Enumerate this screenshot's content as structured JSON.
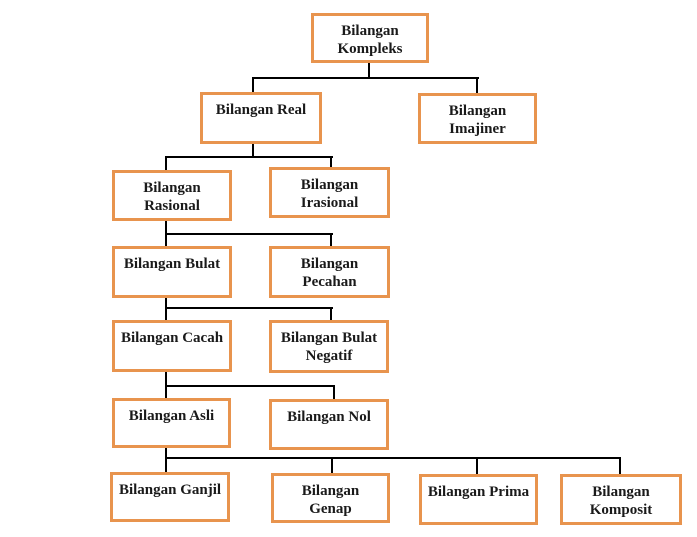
{
  "diagram": {
    "type": "tree",
    "description": "Hierarchy of number types (Indonesian)",
    "colors": {
      "box_border": "#E8944E",
      "box_fill": "#FFFFFF",
      "line": "#000000",
      "text": "#1A1A1A",
      "background": "#FFFFFF"
    },
    "nodes": [
      {
        "id": "kompleks",
        "label": "Bilangan\nKompleks"
      },
      {
        "id": "real",
        "label": "Bilangan Real"
      },
      {
        "id": "imajiner",
        "label": "Bilangan\nImajiner"
      },
      {
        "id": "rasional",
        "label": "Bilangan\nRasional"
      },
      {
        "id": "irasional",
        "label": "Bilangan\nIrasional"
      },
      {
        "id": "bulat",
        "label": "Bilangan Bulat"
      },
      {
        "id": "pecahan",
        "label": "Bilangan\nPecahan"
      },
      {
        "id": "cacah",
        "label": "Bilangan Cacah"
      },
      {
        "id": "bulat-negatif",
        "label": "Bilangan Bulat\nNegatif"
      },
      {
        "id": "asli",
        "label": "Bilangan Asli"
      },
      {
        "id": "nol",
        "label": "Bilangan Nol"
      },
      {
        "id": "ganjil",
        "label": "Bilangan Ganjil"
      },
      {
        "id": "genap",
        "label": "Bilangan\nGenap"
      },
      {
        "id": "prima",
        "label": "Bilangan Prima"
      },
      {
        "id": "komposit",
        "label": "Bilangan\nKomposit"
      }
    ],
    "edges": [
      {
        "from": "kompleks",
        "to": "real"
      },
      {
        "from": "kompleks",
        "to": "imajiner"
      },
      {
        "from": "real",
        "to": "rasional"
      },
      {
        "from": "real",
        "to": "irasional"
      },
      {
        "from": "rasional",
        "to": "bulat"
      },
      {
        "from": "rasional",
        "to": "pecahan"
      },
      {
        "from": "bulat",
        "to": "cacah"
      },
      {
        "from": "bulat",
        "to": "bulat-negatif"
      },
      {
        "from": "cacah",
        "to": "asli"
      },
      {
        "from": "cacah",
        "to": "nol"
      },
      {
        "from": "asli",
        "to": "ganjil"
      },
      {
        "from": "asli",
        "to": "genap"
      },
      {
        "from": "asli",
        "to": "prima"
      },
      {
        "from": "asli",
        "to": "komposit"
      }
    ]
  }
}
